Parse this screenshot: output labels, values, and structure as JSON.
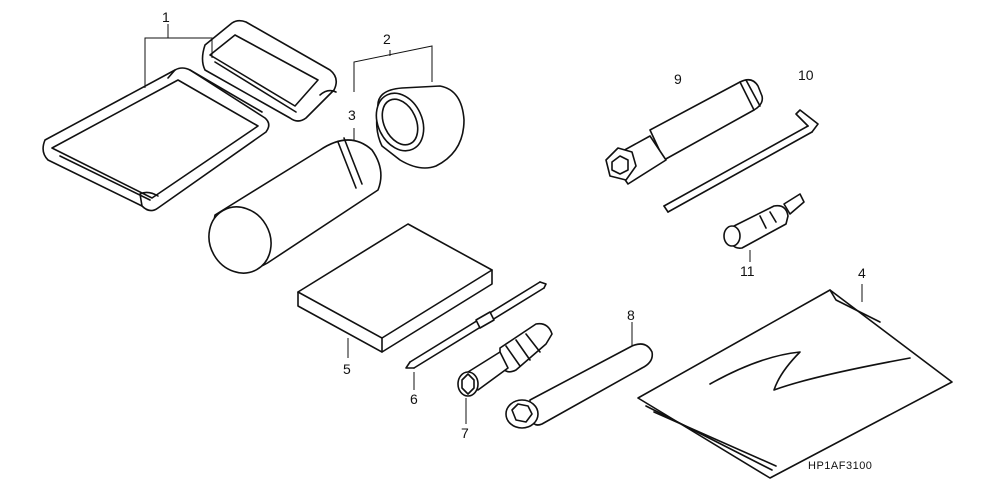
{
  "callouts": {
    "n1": "1",
    "n2": "2",
    "n3": "3",
    "n4": "4",
    "n5": "5",
    "n6": "6",
    "n7": "7",
    "n8": "8",
    "n9": "9",
    "n10": "10",
    "n11": "11"
  },
  "drawing_code": "HP1AF3100",
  "colors": {
    "line": "#111111",
    "background": "#ffffff"
  }
}
